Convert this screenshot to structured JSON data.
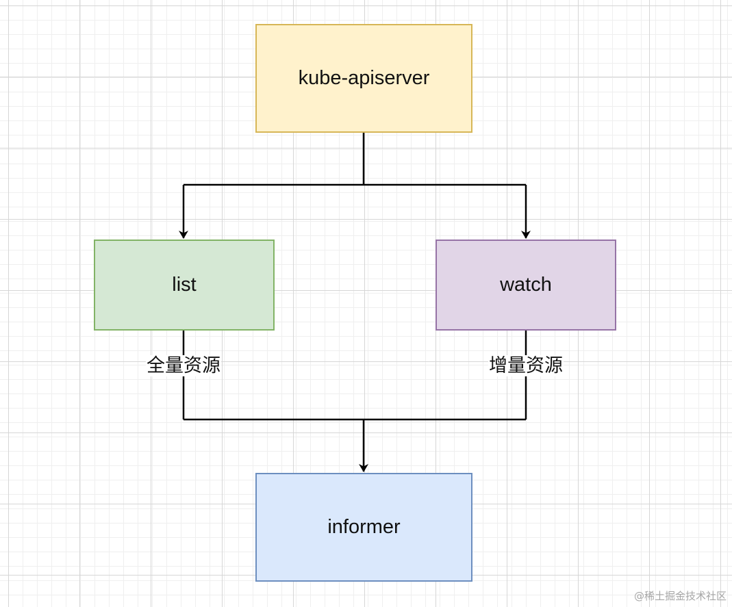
{
  "nodes": {
    "apiserver": {
      "label": "kube-apiserver",
      "fill": "#fff2cc",
      "stroke": "#d6b656"
    },
    "list": {
      "label": "list",
      "fill": "#d5e8d4",
      "stroke": "#82b366"
    },
    "watch": {
      "label": "watch",
      "fill": "#e1d5e7",
      "stroke": "#9673a6"
    },
    "informer": {
      "label": "informer",
      "fill": "#dae8fc",
      "stroke": "#6c8ebf"
    }
  },
  "edges": {
    "list_label": "全量资源",
    "watch_label": "增量资源",
    "stroke": "#000000"
  },
  "watermark": "@稀土掘金技术社区"
}
